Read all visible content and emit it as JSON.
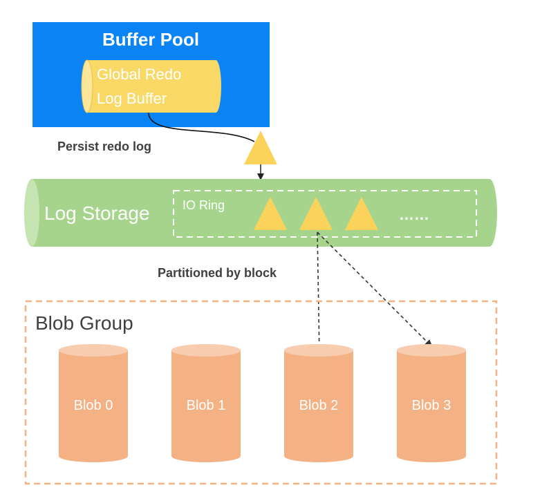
{
  "buffer_pool": {
    "title": "Buffer Pool",
    "log_buffer_line1": "Global Redo",
    "log_buffer_line2": "Log Buffer"
  },
  "persist_label": "Persist redo log",
  "log_storage": {
    "label": "Log Storage",
    "io_ring_label": "IO Ring",
    "ellipsis": "……"
  },
  "partition_label": "Partitioned by block",
  "blob_group": {
    "title": "Blob Group",
    "blobs": [
      "Blob 0",
      "Blob 1",
      "Blob 2",
      "Blob 3"
    ]
  },
  "colors": {
    "buffer_pool_bg": "#0a84f4",
    "log_buffer_fill": "#fad866",
    "log_storage_fill": "#a6d48c",
    "triangle_fill": "#fbd35b",
    "blob_fill": "#f4b184",
    "blob_group_border": "#f4b184"
  }
}
